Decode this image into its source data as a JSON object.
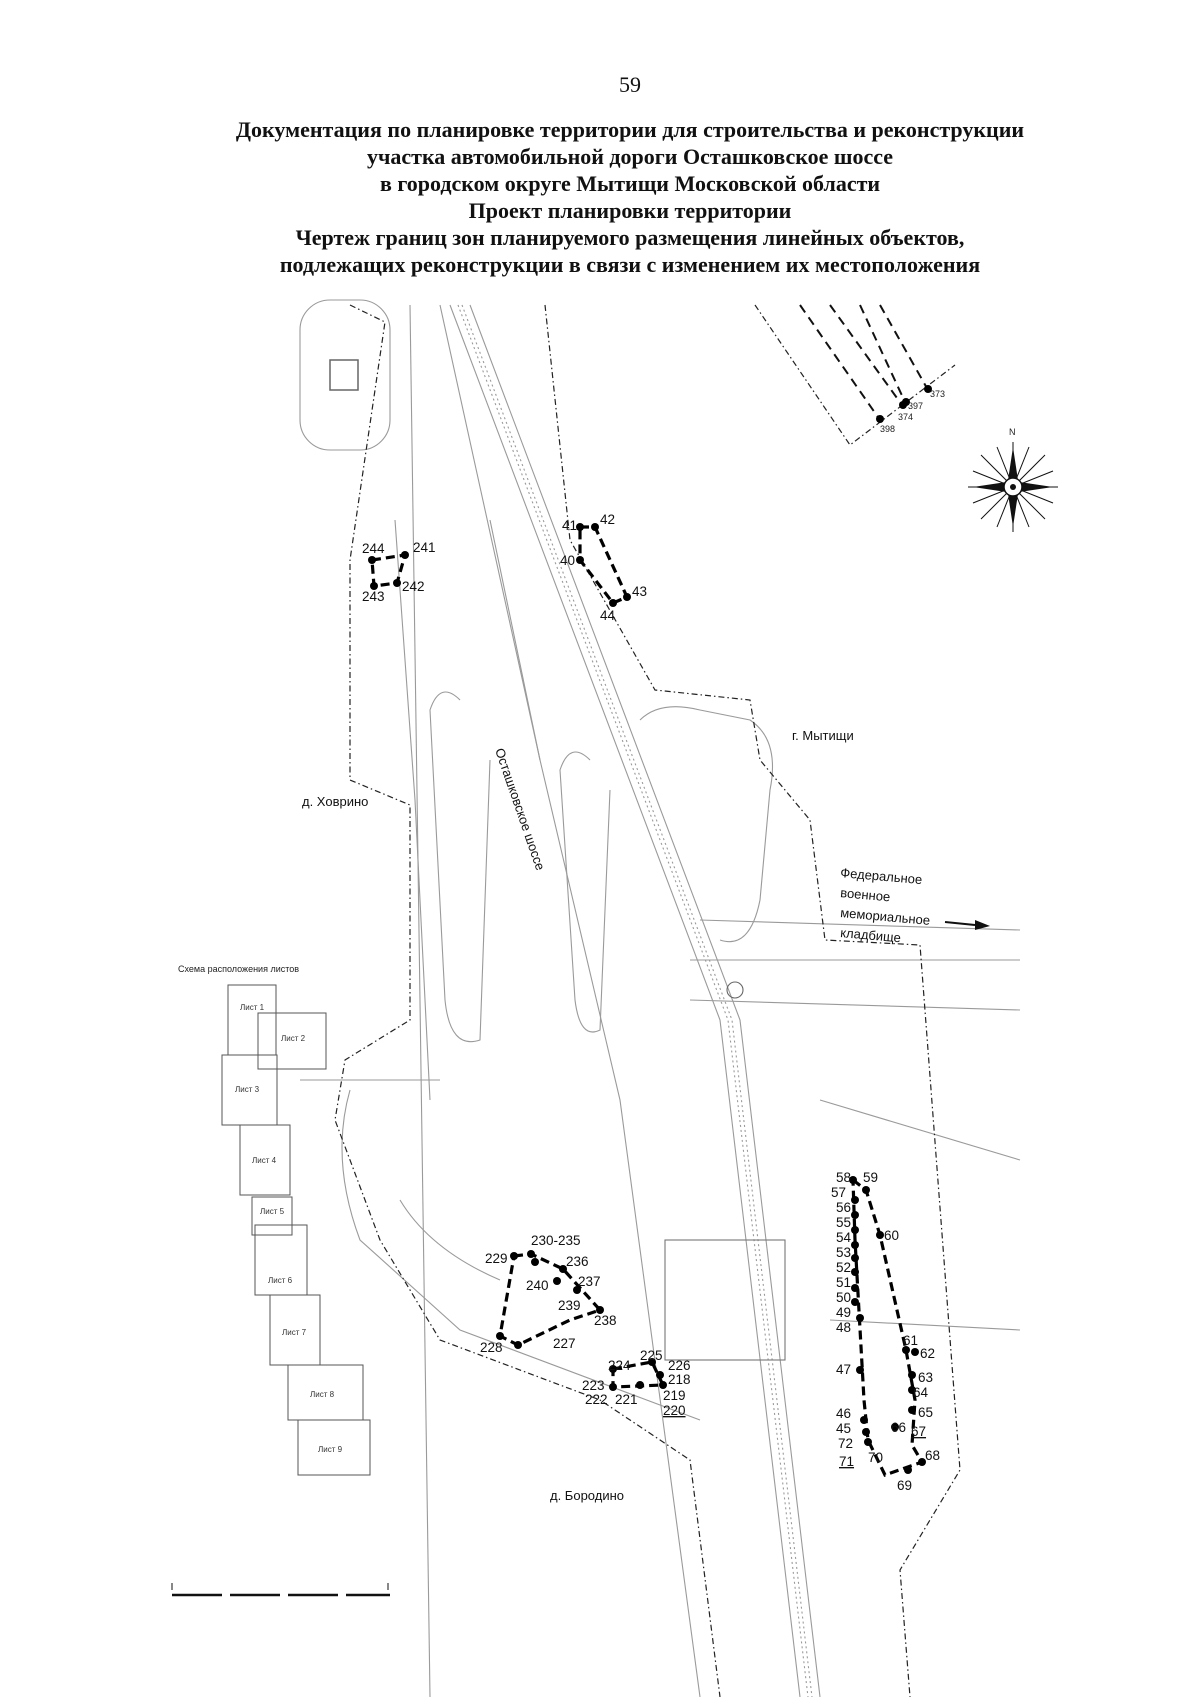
{
  "page_number": "59",
  "title_lines": [
    "Документация по планировке территории для строительства и реконструкции",
    "участка автомобильной дороги Осташковское шоссе",
    "в городском округе Мытищи Московской области",
    "Проект планировки территории",
    "Чертеж границ зон планируемого размещения линейных объектов,",
    "подлежащих реконструкции в связи с изменением их местоположения"
  ],
  "map_labels": {
    "road": "Осташковское шоссе",
    "khovrino": "д. Ховрино",
    "mytishchi": "г. Мытищи",
    "borodino": "д. Бородино",
    "cemetery_1": "Федеральное",
    "cemetery_2": "военное",
    "cemetery_3": "мемориальное",
    "cemetery_4": "кладбище",
    "compass_n": "N"
  },
  "sheet_scheme": {
    "title": "Схема расположения листов",
    "sheets": [
      "Лист 1",
      "Лист 2",
      "Лист 3",
      "Лист 4",
      "Лист 5",
      "Лист 6",
      "Лист 7",
      "Лист 8",
      "Лист 9"
    ]
  },
  "zones": {
    "zone_top": [
      "373",
      "397",
      "374",
      "398"
    ],
    "zone_41_44": [
      "41",
      "42",
      "40",
      "43",
      "44"
    ],
    "zone_241_244": [
      "244",
      "241",
      "243",
      "242"
    ],
    "zone_227_240": [
      "230-235",
      "229",
      "236",
      "240",
      "237",
      "239",
      "238",
      "228",
      "227"
    ],
    "zone_218_226": [
      "225",
      "224",
      "226",
      "218",
      "223",
      "219",
      "222",
      "221",
      "220"
    ],
    "zone_45_72": [
      "58",
      "59",
      "57",
      "56",
      "55",
      "60",
      "54",
      "53",
      "52",
      "51",
      "50",
      "49",
      "48",
      "61",
      "62",
      "47",
      "63",
      "64",
      "46",
      "65",
      "45",
      "66",
      "67",
      "72",
      "71",
      "70",
      "68",
      "69"
    ]
  },
  "colors": {
    "boundary": "#000000",
    "linework": "#555555",
    "light": "#aaaaaa"
  }
}
